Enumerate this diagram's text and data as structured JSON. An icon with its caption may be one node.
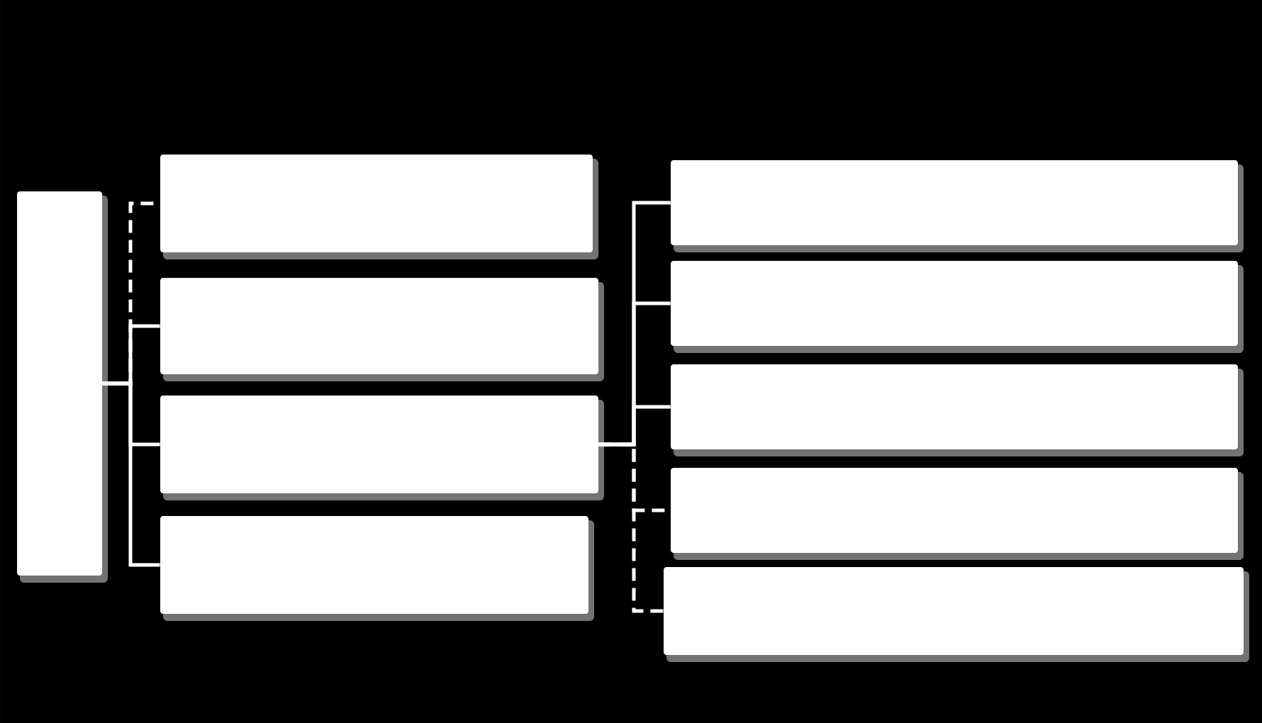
{
  "diagram": {
    "nodes": [
      {
        "text": [],
        "shape": "box"
      },
      {
        "text": [],
        "shape": "box"
      },
      {
        "text": [],
        "shape": "box"
      },
      {
        "text": [],
        "shape": "box"
      },
      {
        "text": [],
        "shape": "box"
      },
      {
        "text": [],
        "shape": "box"
      },
      {
        "text": [],
        "shape": "box"
      },
      {
        "text": [],
        "shape": "box"
      },
      {
        "text": [],
        "shape": "box"
      },
      {
        "text": [],
        "shape": "box"
      }
    ],
    "edges": [
      {
        "from": 0,
        "to": 1,
        "arrow": "none",
        "style": "dashed"
      },
      {
        "from": 0,
        "to": 2,
        "arrow": "none"
      },
      {
        "from": 0,
        "to": 3,
        "arrow": "none"
      },
      {
        "from": 0,
        "to": 4,
        "arrow": "none"
      },
      {
        "from": 3,
        "to": 5,
        "arrow": "none"
      },
      {
        "from": 3,
        "to": 6,
        "arrow": "none"
      },
      {
        "from": 3,
        "to": 7,
        "arrow": "none"
      },
      {
        "from": 3,
        "to": 8,
        "arrow": "none",
        "style": "dashed"
      },
      {
        "from": 3,
        "to": 9,
        "arrow": "none",
        "style": "dashed"
      }
    ]
  }
}
